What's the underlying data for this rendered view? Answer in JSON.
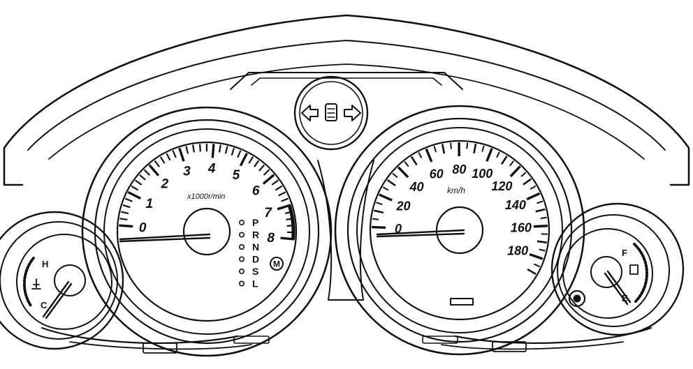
{
  "tachometer": {
    "unit_label": "x1000r/min",
    "scale_labels": [
      "0",
      "1",
      "2",
      "3",
      "4",
      "5",
      "6",
      "7",
      "8"
    ],
    "range": [
      0,
      8
    ],
    "redline_from": 7
  },
  "speedometer": {
    "unit_label": "km/h",
    "scale_labels": [
      "0",
      "20",
      "40",
      "60",
      "80",
      "100",
      "120",
      "140",
      "160",
      "180"
    ],
    "range": [
      0,
      190
    ]
  },
  "shift_indicator": {
    "positions": [
      "P",
      "R",
      "N",
      "D",
      "S",
      "L"
    ],
    "mode_badge": "M"
  },
  "temperature_gauge": {
    "high_label": "H",
    "cold_label": "C"
  },
  "fuel_gauge": {
    "full_label": "F",
    "empty_label": "E"
  }
}
